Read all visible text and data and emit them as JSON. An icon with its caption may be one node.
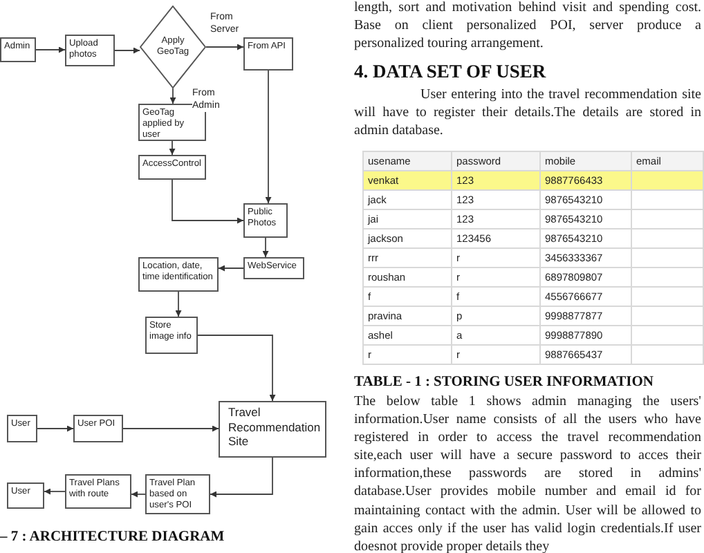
{
  "diagram": {
    "caption": "– 7 :  ARCHITECTURE DIAGRAM",
    "nodes": [
      {
        "text": [
          "Admin"
        ]
      },
      {
        "text": [
          "Upload photos"
        ]
      },
      {
        "text": [
          "Apply GeoTag"
        ]
      },
      {
        "text": [
          "From API"
        ]
      },
      {
        "text": [
          "GeoTag applied by user"
        ]
      },
      {
        "text": [
          "AccessControl"
        ]
      },
      {
        "text": [
          "Public Photos"
        ]
      },
      {
        "text": [
          "WebService"
        ]
      },
      {
        "text": [
          "Location, date, time identification"
        ]
      },
      {
        "text": [
          "Store image info"
        ]
      },
      {
        "text": [
          "Travel Recommendation Site"
        ]
      },
      {
        "text": [
          "User"
        ]
      },
      {
        "text": [
          "User POI"
        ]
      },
      {
        "text": [
          "Travel Plan based on user's POI"
        ]
      },
      {
        "text": [
          "Travel Plans with route"
        ]
      },
      {
        "text": [
          "User"
        ]
      }
    ],
    "edges": [
      {
        "from": 0,
        "to": 1,
        "arrow": "to"
      },
      {
        "from": 1,
        "to": 2,
        "arrow": "to"
      },
      {
        "from": 2,
        "to": 3,
        "arrow": "to",
        "label": "From Server"
      },
      {
        "from": 2,
        "to": 4,
        "arrow": "to",
        "label": "From Admin"
      },
      {
        "from": 4,
        "to": 5,
        "arrow": "to"
      },
      {
        "from": 5,
        "to": 6,
        "arrow": "to"
      },
      {
        "from": 3,
        "to": 6,
        "arrow": "to"
      },
      {
        "from": 6,
        "to": 7,
        "arrow": "to"
      },
      {
        "from": 7,
        "to": 8,
        "arrow": "to"
      },
      {
        "from": 8,
        "to": 9,
        "arrow": "to"
      },
      {
        "from": 9,
        "to": 10,
        "arrow": "to"
      },
      {
        "from": 11,
        "to": 12,
        "arrow": "to"
      },
      {
        "from": 12,
        "to": 10,
        "arrow": "to"
      },
      {
        "from": 10,
        "to": 13,
        "arrow": "to"
      },
      {
        "from": 13,
        "to": 14,
        "arrow": "to"
      },
      {
        "from": 14,
        "to": 15,
        "arrow": "to"
      }
    ],
    "labels": [
      "length, sort and motivation behind visit and spending cost. Base on client personalized POI, server produce a personalized touring arrangement.",
      "4. DATA SET OF USER",
      "User entering into the travel recommendation site will have to register their details.The details are stored in admin database.",
      "usename",
      "password",
      "mobile",
      "email",
      "venkat",
      "123",
      "9887766433",
      "jack",
      "123",
      "9876543210",
      "jai",
      "123",
      "9876543210",
      "jackson",
      "123456",
      "9876543210",
      "rrr",
      "r",
      "3456333367",
      "roushan",
      "r",
      "6897809807",
      "f",
      "f",
      "4556766677",
      "pravina",
      "p",
      "9998877877",
      "ashel",
      "a",
      "9998877890",
      "r",
      "r",
      "9887665437",
      "TABLE - 1 : STORING USER INFORMATION",
      "The below table 1 shows admin managing the users' information.User name consists of all the users who have registered in order to access the travel recommendation site,each user will have a secure password to acces their information,these passwords are stored in admins' database.User provides mobile number and email id for maintaining contact with the admin. User will be allowed to gain acces only if the user has valid  login credentials.If user doesnot provide proper details they"
    ]
  }
}
